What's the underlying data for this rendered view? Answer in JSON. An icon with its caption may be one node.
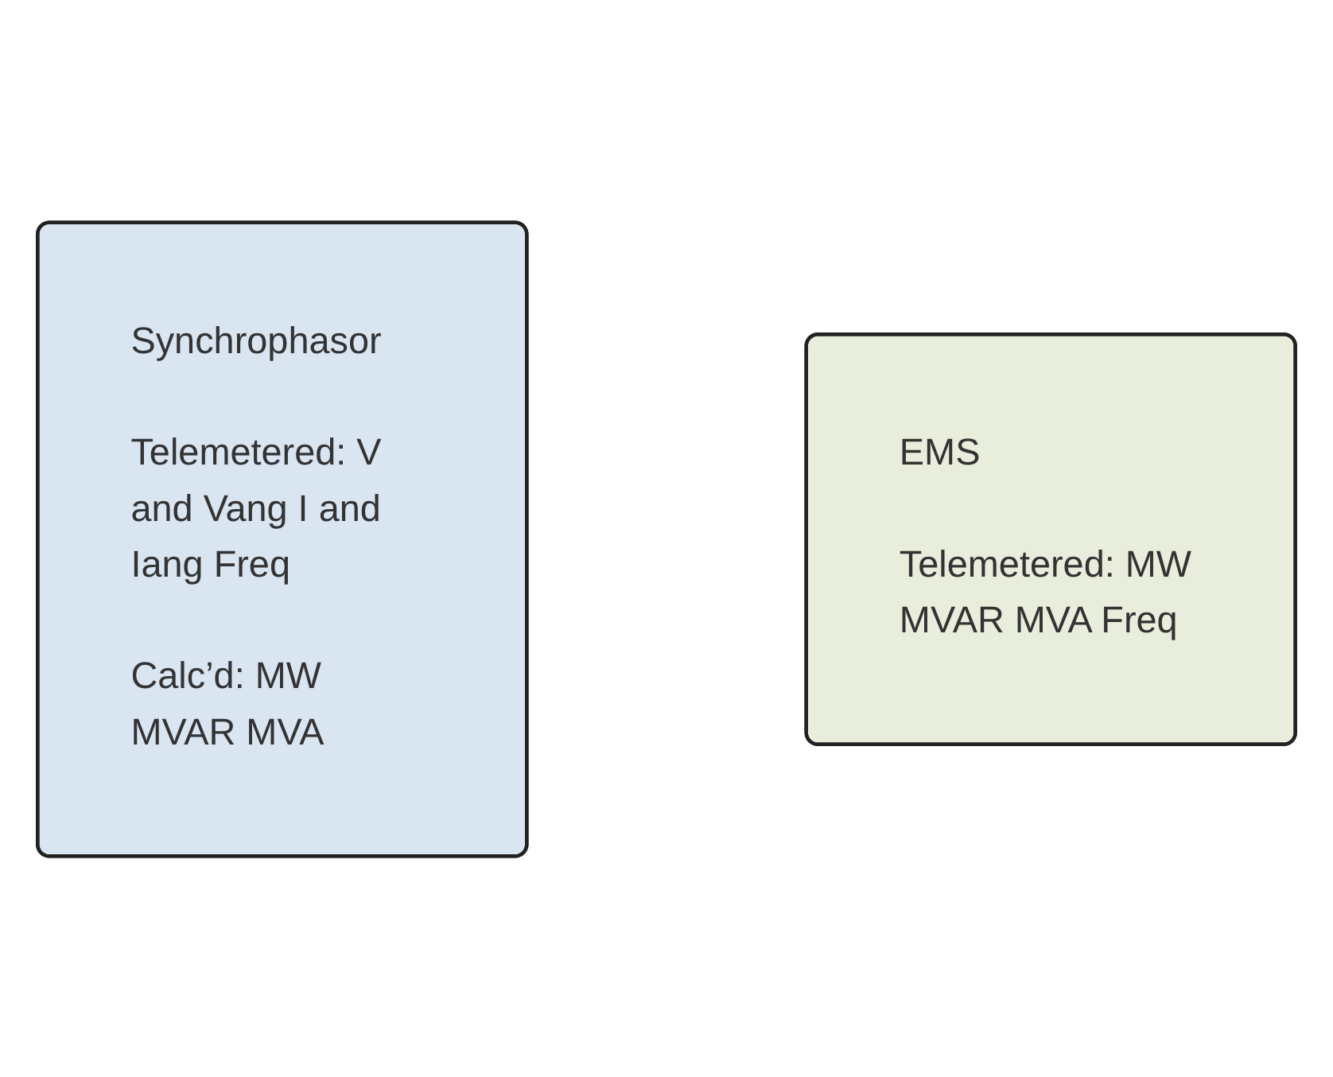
{
  "diagram": {
    "nodes": [
      {
        "text": [
          "Synchrophasor",
          "Telemetered: V and Vang I and Iang Freq",
          "Calc’d: MW MVAR MVA"
        ]
      },
      {
        "text": [
          "EMS",
          "Telemetered: MW MVAR MVA Freq"
        ]
      }
    ],
    "edges": []
  }
}
